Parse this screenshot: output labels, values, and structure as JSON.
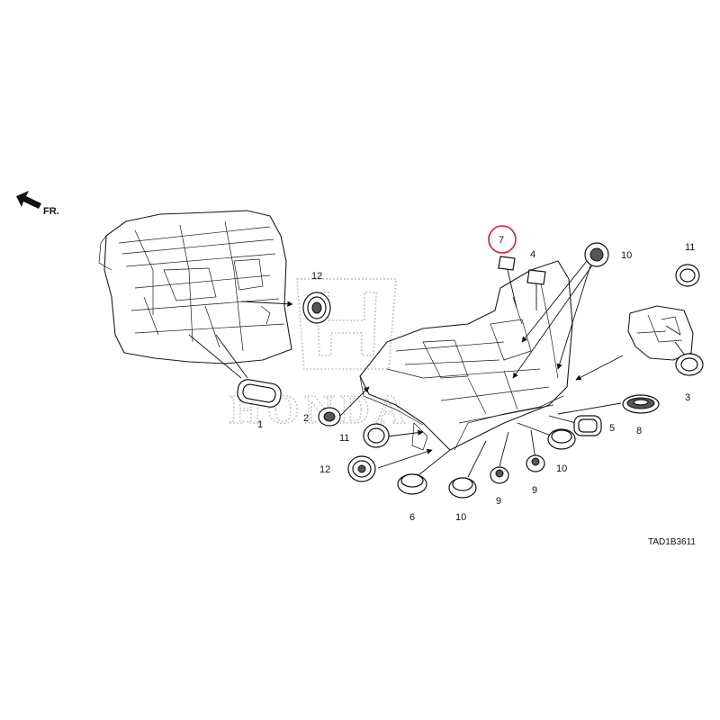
{
  "direction": {
    "label": "FR."
  },
  "watermark": {
    "text": "HONDA"
  },
  "diagram_code": "TAD1B3611",
  "highlight": {
    "callout": "7",
    "color": "#d0202a"
  },
  "callouts": {
    "c1": "1",
    "c2": "2",
    "c3": "3",
    "c4": "4",
    "c5": "5",
    "c6": "6",
    "c7": "7",
    "c8": "8",
    "c9a": "9",
    "c9b": "9",
    "c10a": "10",
    "c10b": "10",
    "c10c": "10",
    "c11a": "11",
    "c11b": "11",
    "c12a": "12",
    "c12b": "12"
  }
}
